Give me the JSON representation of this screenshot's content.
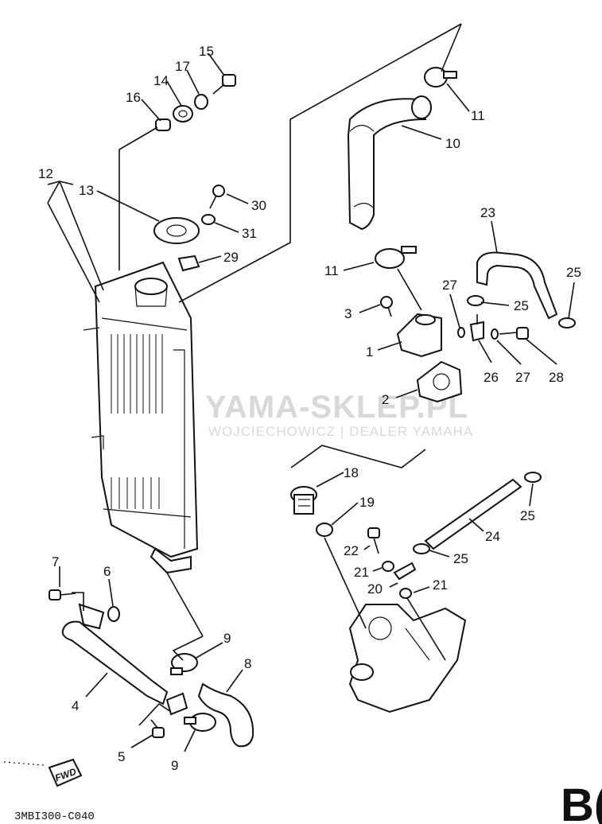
{
  "diagram": {
    "part_labels": [
      "1",
      "2",
      "3",
      "4",
      "5",
      "6",
      "7",
      "8",
      "9",
      "10",
      "11",
      "12",
      "13",
      "14",
      "15",
      "16",
      "17",
      "18",
      "19",
      "20",
      "21",
      "22",
      "23",
      "24",
      "25",
      "26",
      "27",
      "28",
      "29",
      "30",
      "31"
    ],
    "callouts": {
      "l1": "1",
      "l2": "2",
      "l3": "3",
      "l4": "4",
      "l5": "5",
      "l6": "6",
      "l7": "7",
      "l8": "8",
      "l9a": "9",
      "l9b": "9",
      "l10": "10",
      "l11a": "11",
      "l11b": "11",
      "l12": "12",
      "l13": "13",
      "l14": "14",
      "l15": "15",
      "l16": "16",
      "l17": "17",
      "l18": "18",
      "l19": "19",
      "l20": "20",
      "l21a": "21",
      "l21b": "21",
      "l22": "22",
      "l23": "23",
      "l24": "24",
      "l25a": "25",
      "l25b": "25",
      "l25c": "25",
      "l25d": "25",
      "l26": "26",
      "l27a": "27",
      "l27b": "27",
      "l28": "28",
      "l29": "29",
      "l30": "30",
      "l31": "31"
    },
    "watermark": {
      "title": "YAMA-SKLEP.PL",
      "subtitle": "WOJCIECHOWICZ | DEALER YAMAHA",
      "logo_color": "#e8a9a9"
    },
    "drawing_code": "3MBI300-C040",
    "fwd_label": "FWD",
    "corner_label": "B("
  }
}
